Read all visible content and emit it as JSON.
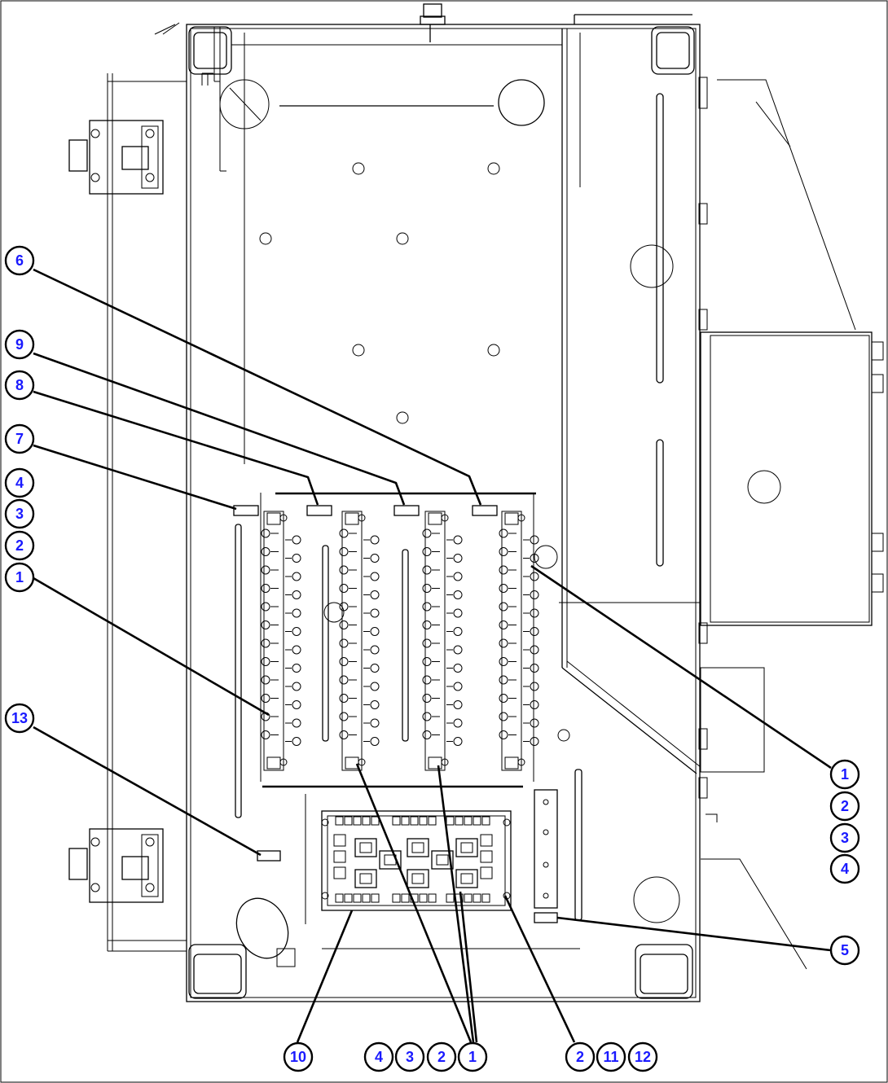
{
  "callouts": [
    {
      "label": "6"
    },
    {
      "label": "9"
    },
    {
      "label": "8"
    },
    {
      "label": "7"
    },
    {
      "label": "4"
    },
    {
      "label": "3"
    },
    {
      "label": "2"
    },
    {
      "label": "1"
    },
    {
      "label": "13"
    },
    {
      "label": "1"
    },
    {
      "label": "2"
    },
    {
      "label": "3"
    },
    {
      "label": "4"
    },
    {
      "label": "5"
    },
    {
      "label": "10"
    },
    {
      "label": "4"
    },
    {
      "label": "3"
    },
    {
      "label": "2"
    },
    {
      "label": "1"
    },
    {
      "label": "2"
    },
    {
      "label": "11"
    },
    {
      "label": "12"
    }
  ],
  "colors": {
    "callout_ring": "#000000",
    "callout_text": "#1a1aff",
    "line": "#000000",
    "background": "#ffffff"
  }
}
